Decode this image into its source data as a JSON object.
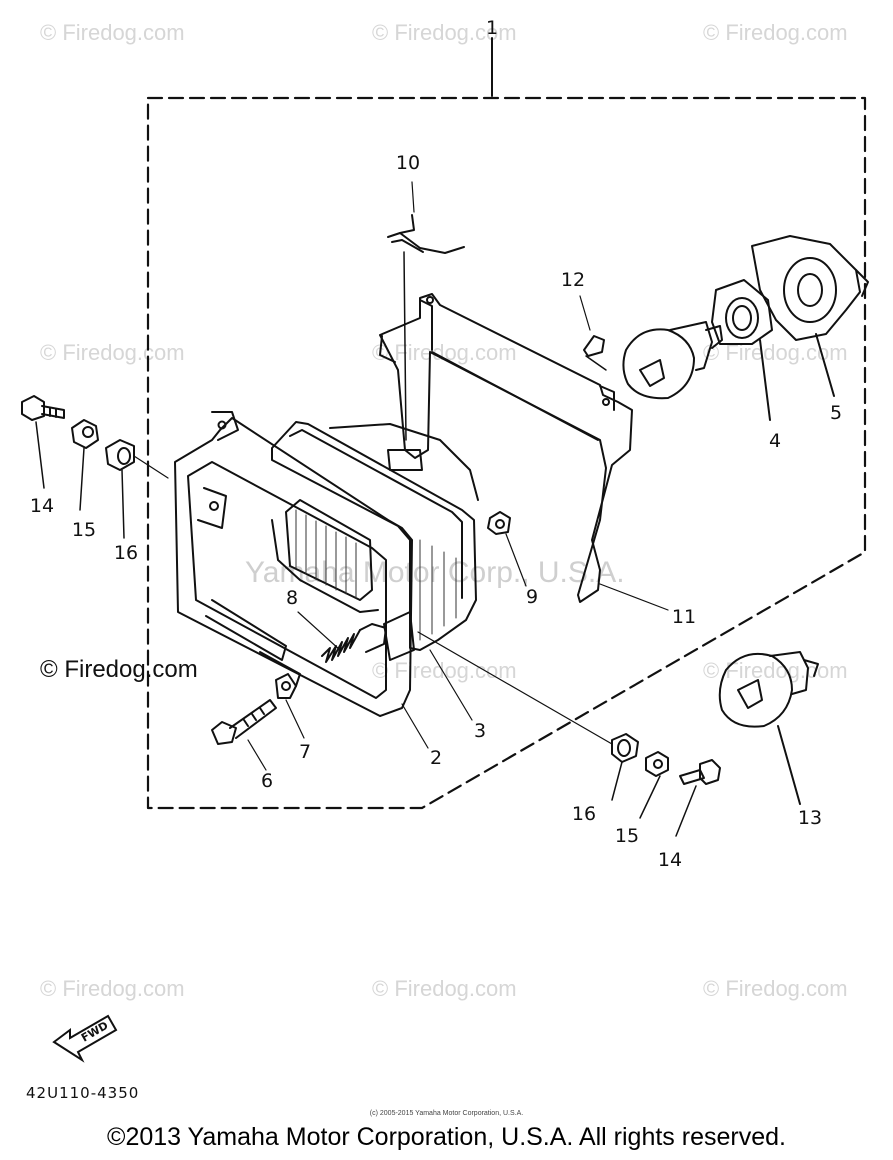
{
  "watermarks": {
    "top_left": "© Firedog.com",
    "top_center": "© Firedog.com",
    "top_right": "© Firedog.com",
    "mid_left": "© Firedog.com",
    "mid_center": "© Firedog.com",
    "mid_right": "© Firedog.com",
    "low_left": "© Firedog.com",
    "low_center": "© Firedog.com",
    "low_right": "© Firedog.com",
    "bottom_left": "© Firedog.com",
    "bottom_center": "© Firedog.com",
    "bottom_right": "© Firedog.com",
    "center_overlay": "Yamaha Motor Corp., U.S.A."
  },
  "callouts": {
    "c1": "1",
    "c2": "2",
    "c3": "3",
    "c4": "4",
    "c5": "5",
    "c6": "6",
    "c7": "7",
    "c8": "8",
    "c9": "9",
    "c10": "10",
    "c11": "11",
    "c12": "12",
    "c13": "13",
    "c14_left": "14",
    "c15_left": "15",
    "c16_left": "16",
    "c14_right": "14",
    "c15_right": "15",
    "c16_right": "16"
  },
  "fwd_label": "FWD",
  "part_code": "42U110-4350",
  "fine_print": "(c) 2005-2015 Yamaha Motor Corporation, U.S.A.",
  "copyright": "©2013 Yamaha Motor Corporation, U.S.A. All rights reserved."
}
